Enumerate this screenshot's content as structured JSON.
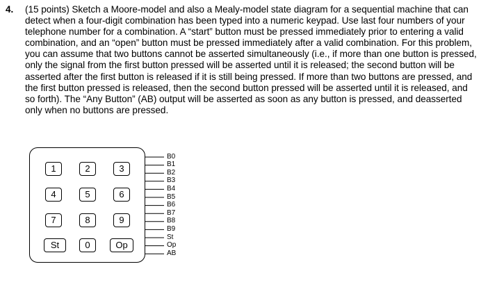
{
  "problem": {
    "number": "4.",
    "text": "(15 points) Sketch a Moore-model and also a Mealy-model state diagram for a sequential machine that can detect when a four-digit combination has been typed into a numeric keypad. Use last four numbers of your telephone number for a combination. A “start” button must be pressed immediately prior to entering a valid combination, and an “open” button must be pressed immediately after a valid combination. For this problem, you can assume that two buttons cannot be asserted simultaneously (i.e., if more than one button is pressed, only the signal from the first button pressed will be asserted until it is released; the second button will be asserted after the first button is released if it is still being pressed. If more than two buttons are pressed, and the first button pressed is released, then the second button pressed will be asserted until it is released, and so forth). The “Any Button” (AB) output will be asserted as soon as any button is pressed, and deasserted only when no buttons are pressed."
  },
  "keypad": {
    "keys": [
      [
        "1",
        "2",
        "3"
      ],
      [
        "4",
        "5",
        "6"
      ],
      [
        "7",
        "8",
        "9"
      ],
      [
        "St",
        "0",
        "Op"
      ]
    ],
    "outputs": [
      "B0",
      "B1",
      "B2",
      "B3",
      "B4",
      "B5",
      "B6",
      "B7",
      "B8",
      "B9",
      "St",
      "Op",
      "AB"
    ]
  }
}
